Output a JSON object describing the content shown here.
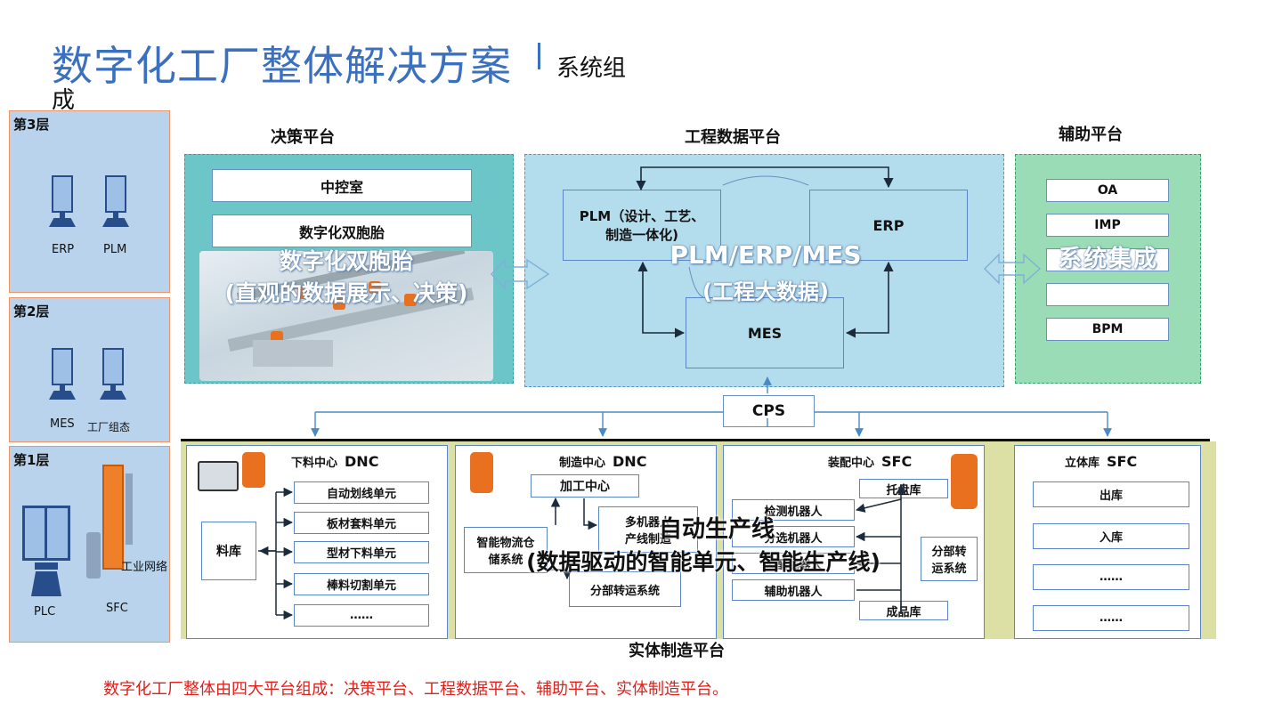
{
  "header": {
    "title": "数字化工厂整体解决方案",
    "subtitle_a": "系统组",
    "subtitle_b": "成"
  },
  "layers": [
    {
      "title": "第3层",
      "items": [
        "ERP",
        "PLM"
      ]
    },
    {
      "title": "第2层",
      "items": [
        "MES",
        "工厂组态"
      ]
    },
    {
      "title": "第1层",
      "items": [
        "PLC",
        "SFC",
        "工业网络"
      ]
    }
  ],
  "decision": {
    "header": "决策平台",
    "boxes": [
      "中控室",
      "数字化双胞胎"
    ],
    "overlay_line1": "数字化双胞胎",
    "overlay_line2": "(直观的数据展示、决策)"
  },
  "engineering": {
    "header": "工程数据平台",
    "plm": "PLM（设计、工艺、制造一体化）",
    "plm_line1": "PLM（设计、工艺、",
    "plm_line2": "制造一体化)",
    "erp": "ERP",
    "mes": "MES",
    "overlay_line1": "PLM/ERP/MES",
    "overlay_line2": "(工程大数据)"
  },
  "auxiliary": {
    "header": "辅助平台",
    "boxes": [
      "OA",
      "IMP",
      "",
      "",
      "BPM"
    ],
    "overlay_line1": "系统集成"
  },
  "cps": "CPS",
  "manufacturing": {
    "footer": "实体制造平台",
    "overlay_line1": "自动生产线",
    "overlay_line2": "(数据驱动的智能单元、智能生产线)",
    "cutting": {
      "title": "下料中心",
      "tag": "DNC",
      "store": "料库",
      "units": [
        "自动划线单元",
        "板材套料单元",
        "型材下料单元",
        "棒料切割单元",
        "……"
      ]
    },
    "making": {
      "title": "制造中心",
      "tag": "DNC",
      "machining": "加工中心",
      "multi": "多机器人产线制造",
      "multi_line1": "多机器人",
      "multi_line2": "产线制造",
      "logistics_line1": "智能物流仓",
      "logistics_line2": "储系统",
      "transfer": "分部转运系统"
    },
    "assembly": {
      "title": "装配中心",
      "tag": "SFC",
      "tray": "托盘库",
      "robots": [
        "检测机器人",
        "分选机器人",
        "装配机器人",
        "辅助机器人"
      ],
      "finished": "成品库",
      "transfer_line1": "分部转",
      "transfer_line2": "运系统"
    },
    "storage": {
      "title": "立体库",
      "tag": "SFC",
      "boxes": [
        "出库",
        "入库",
        "……",
        "……"
      ]
    }
  },
  "caption": "数字化工厂整体由四大平台组成：决策平台、工程数据平台、辅助平台、实体制造平台。",
  "colors": {
    "title_blue": "#3b6fc0",
    "decision_bg": "#6cc6c8",
    "engineering_bg": "#b3dcec",
    "auxiliary_bg": "#99dcb6",
    "manufacturing_bg": "#dde0a4",
    "caption_red": "#e0201a"
  }
}
